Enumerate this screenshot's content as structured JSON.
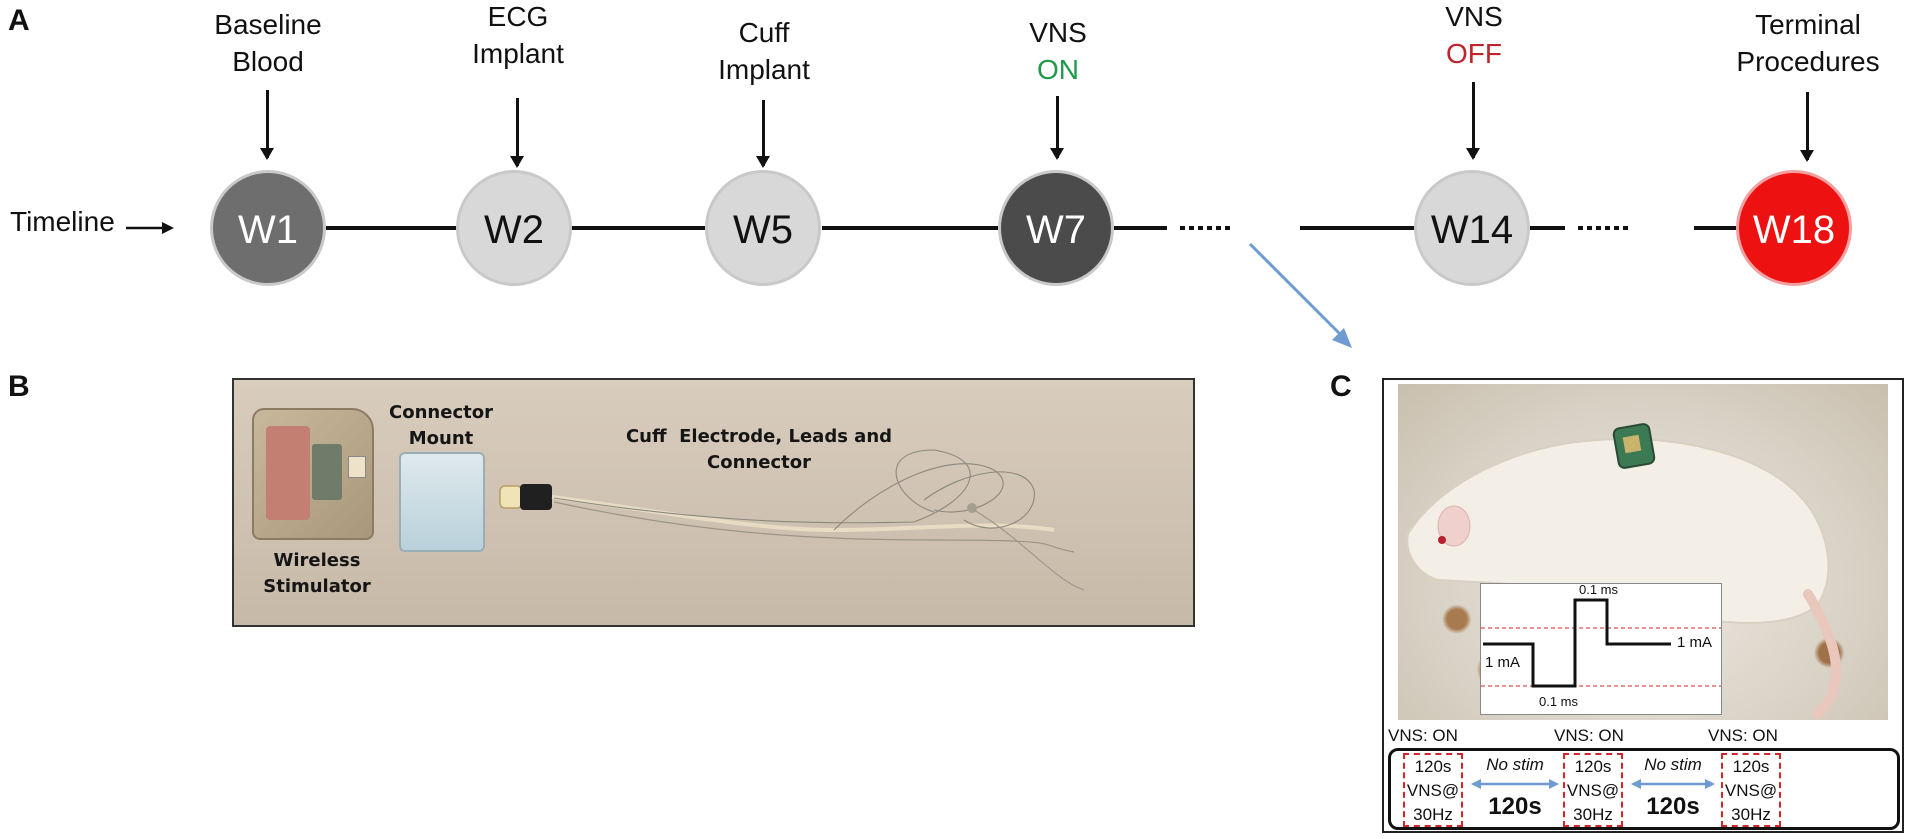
{
  "panel_labels": {
    "a": "A",
    "b": "B",
    "c": "C"
  },
  "timeline": {
    "label": "Timeline",
    "nodes": [
      {
        "label": "W1",
        "color": "#6e6e6e",
        "text_color": "#ffffff"
      },
      {
        "label": "W2",
        "color": "#d8d8d8",
        "text_color": "#111111"
      },
      {
        "label": "W5",
        "color": "#d8d8d8",
        "text_color": "#111111"
      },
      {
        "label": "W7",
        "color": "#4b4b4b",
        "text_color": "#ffffff"
      },
      {
        "label": "W14",
        "color": "#d8d8d8",
        "text_color": "#111111"
      },
      {
        "label": "W18",
        "color": "#ee1111",
        "text_color": "#ffffff"
      }
    ],
    "events": [
      {
        "line1": "Baseline",
        "line2": "Blood"
      },
      {
        "line1": "ECG",
        "line2": "Implant"
      },
      {
        "line1": "Cuff",
        "line2": "Implant"
      },
      {
        "line1": "VNS",
        "line2": "ON",
        "line2_color": "#1e9a4a"
      },
      {
        "line1": "VNS",
        "line2": "OFF",
        "line2_color": "#c0242b"
      },
      {
        "line1": "Terminal",
        "line2": "Procedures"
      }
    ]
  },
  "photo_b": {
    "stimulator": {
      "line1": "Wireless",
      "line2": "Stimulator"
    },
    "connector": {
      "line1": "Connector",
      "line2": "Mount"
    },
    "cuff": {
      "line1": "Cuff  Electrode, Leads and",
      "line2": "Connector"
    }
  },
  "panel_c": {
    "waveform": {
      "top_width": "0.1 ms",
      "bottom_width": "0.1 ms",
      "amp_right": "1 mA",
      "amp_left": "1 mA"
    },
    "protocol": {
      "vns_on_label": "VNS: ON",
      "stim_block": {
        "line1": "120s",
        "line2": "VNS@",
        "line3": "30Hz"
      },
      "rest_block": {
        "label": "No stim",
        "duration": "120s"
      }
    }
  },
  "colors": {
    "arrow_blue": "#6f9bd1",
    "dashed_red": "#d2262a"
  }
}
